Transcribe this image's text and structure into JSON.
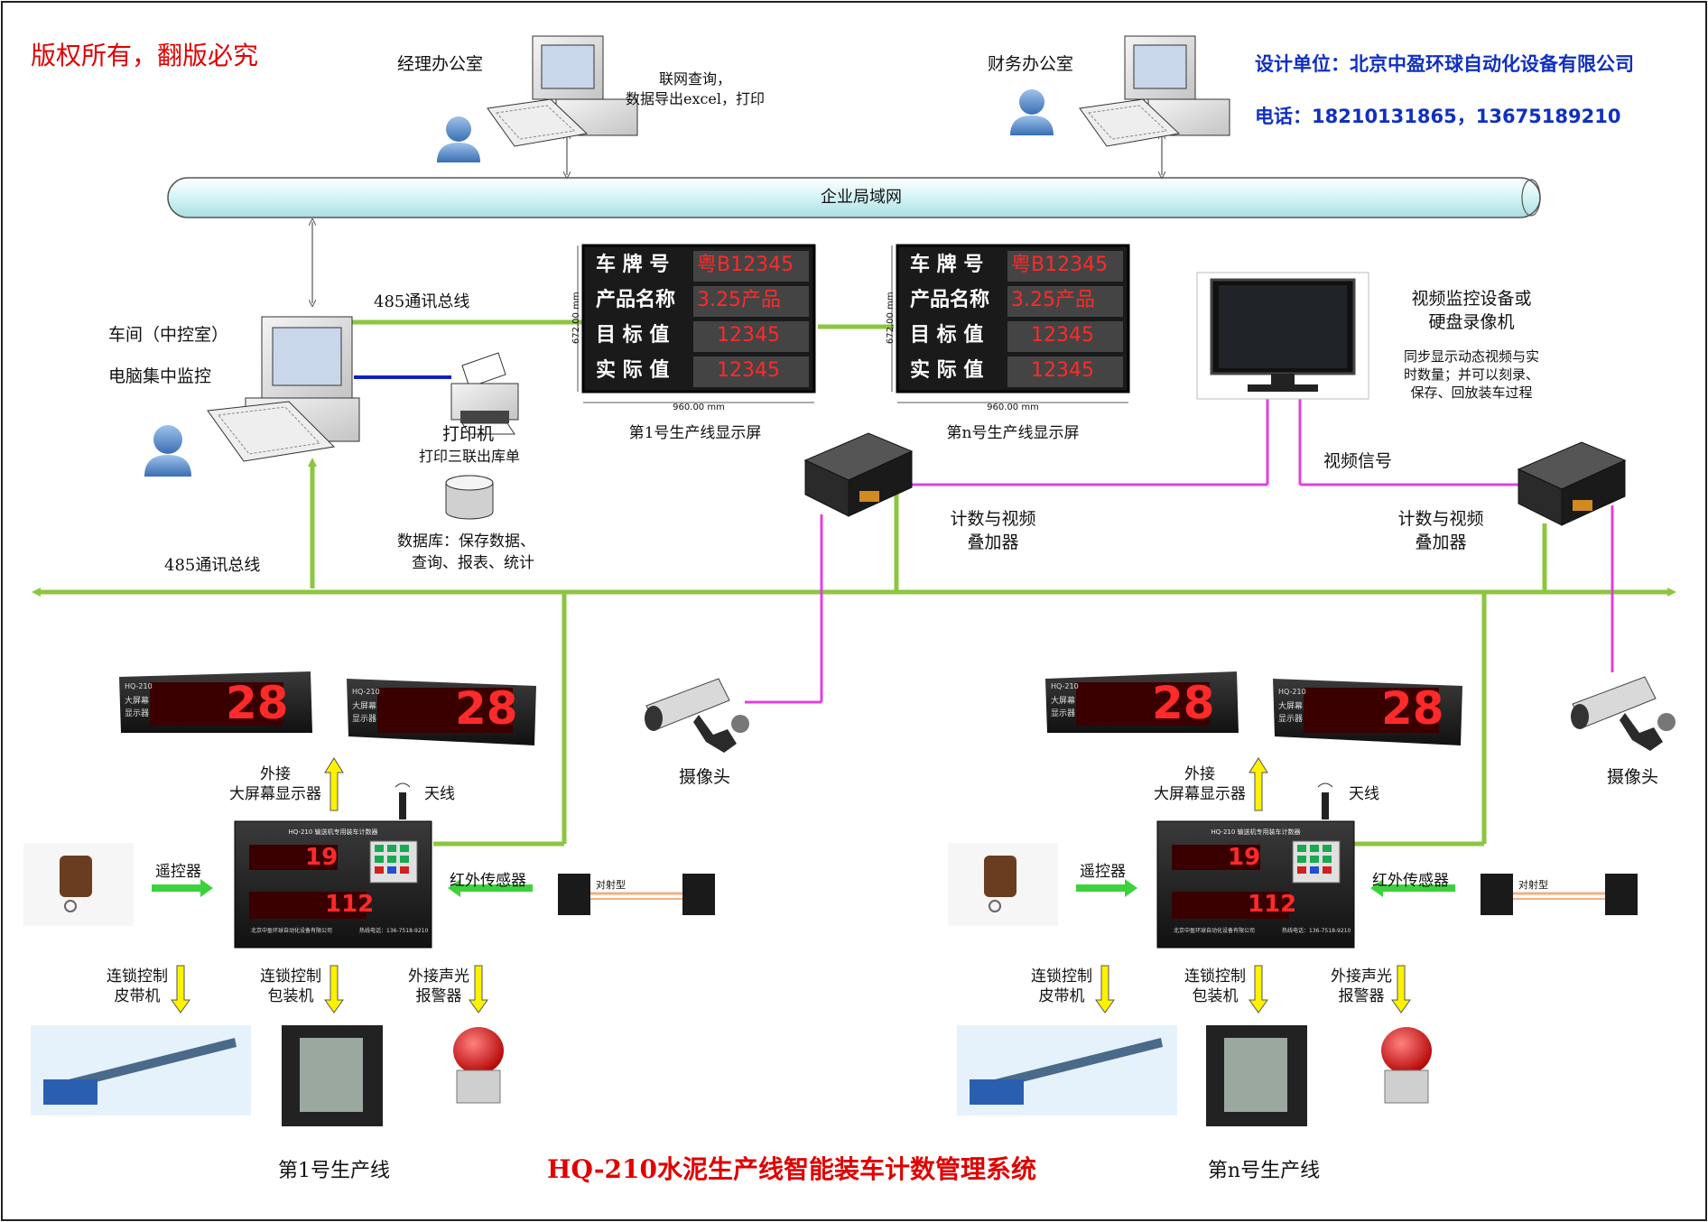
{
  "header": {
    "copyright": "版权所有，翻版必究",
    "designer": "设计单位：北京中盈环球自动化设备有限公司",
    "phone": "电话：18210131865，13675189210"
  },
  "offices": {
    "manager": "经理办公室",
    "finance": "财务办公室",
    "query_line1": "联网查询，",
    "query_line2": "数据导出excel，打印"
  },
  "network": {
    "lan": "企业局域网",
    "bus_top": "485通讯总线",
    "bus_bottom": "485通讯总线"
  },
  "control_room": {
    "line1": "车间（中控室）",
    "line2": "电脑集中监控",
    "printer": "打印机",
    "printer_desc": "打印三联出库单",
    "db_line1": "数据库：保存数据、",
    "db_line2": "查询、报表、统计"
  },
  "led_boards": [
    {
      "caption": "第1号生产线显示屏",
      "rows": [
        {
          "label": "车 牌 号",
          "value": "粤B12345"
        },
        {
          "label": "产品名称",
          "value": "3.25产品"
        },
        {
          "label": "目 标 值",
          "value": "12345"
        },
        {
          "label": "实 际 值",
          "value": "12345"
        }
      ],
      "width_dim": "960.00 mm",
      "height_dim": "672.00 mm"
    },
    {
      "caption": "第n号生产线显示屏",
      "rows": [
        {
          "label": "车 牌 号",
          "value": "粤B12345"
        },
        {
          "label": "产品名称",
          "value": "3.25产品"
        },
        {
          "label": "目 标 值",
          "value": "12345"
        },
        {
          "label": "实 际 值",
          "value": "12345"
        }
      ],
      "width_dim": "960.00 mm",
      "height_dim": "672.00 mm"
    }
  ],
  "video": {
    "dvr_line1": "视频监控设备或",
    "dvr_line2": "硬盘录像机",
    "desc_line1": "同步显示动态视频与实",
    "desc_line2": "时数量；并可以刻录、",
    "desc_line3": "保存、回放装车过程",
    "signal": "视频信号",
    "overlay_line1": "计数与视频",
    "overlay_line2": "叠加器"
  },
  "lines": [
    {
      "title": "第1号生产线",
      "small_displays": [
        {
          "model": "HQ-210",
          "tag1": "大屏幕",
          "tag2": "显示器",
          "digits": "28"
        },
        {
          "model": "HQ-210",
          "tag1": "大屏幕",
          "tag2": "显示器",
          "digits": "28"
        }
      ],
      "ext_display1": "外接",
      "ext_display2": "大屏幕显示器",
      "antenna": "天线",
      "camera": "摄像头",
      "remote": "遥控器",
      "ir_sensor": "红外传感器",
      "beam": "对射型",
      "counter_title": "HQ-210 输送机专用装车计数器",
      "counter_top": "19",
      "counter_bottom": "112",
      "counter_maker": "北京中盈环球自动化设备有限公司",
      "counter_phone": "热线电话：136-7518-9210",
      "belt1": "连锁控制",
      "belt2": "皮带机",
      "pack1": "连锁控制",
      "pack2": "包装机",
      "alarm1": "外接声光",
      "alarm2": "报警器"
    },
    {
      "title": "第n号生产线",
      "small_displays": [
        {
          "model": "HQ-210",
          "tag1": "大屏幕",
          "tag2": "显示器",
          "digits": "28"
        },
        {
          "model": "HQ-210",
          "tag1": "大屏幕",
          "tag2": "显示器",
          "digits": "28"
        }
      ],
      "ext_display1": "外接",
      "ext_display2": "大屏幕显示器",
      "antenna": "天线",
      "camera": "摄像头",
      "remote": "遥控器",
      "ir_sensor": "红外传感器",
      "beam": "对射型",
      "counter_title": "HQ-210 输送机专用装车计数器",
      "counter_top": "19",
      "counter_bottom": "112",
      "counter_maker": "北京中盈环球自动化设备有限公司",
      "counter_phone": "热线电话：136-7518-9210",
      "belt1": "连锁控制",
      "belt2": "皮带机",
      "pack1": "连锁控制",
      "pack2": "包装机",
      "alarm1": "外接声光",
      "alarm2": "报警器"
    }
  ],
  "system_title": "HQ-210水泥生产线智能装车计数管理系统",
  "colors": {
    "bus_green": "#8cc63f",
    "video_magenta": "#e040e0",
    "link_blue": "#1020c0",
    "title_red": "#e00000",
    "company_blue": "#1030c0",
    "led_red": "#ff2a2a",
    "arrow_yellow": "#fff200",
    "arrow_green": "#3cd23c"
  }
}
